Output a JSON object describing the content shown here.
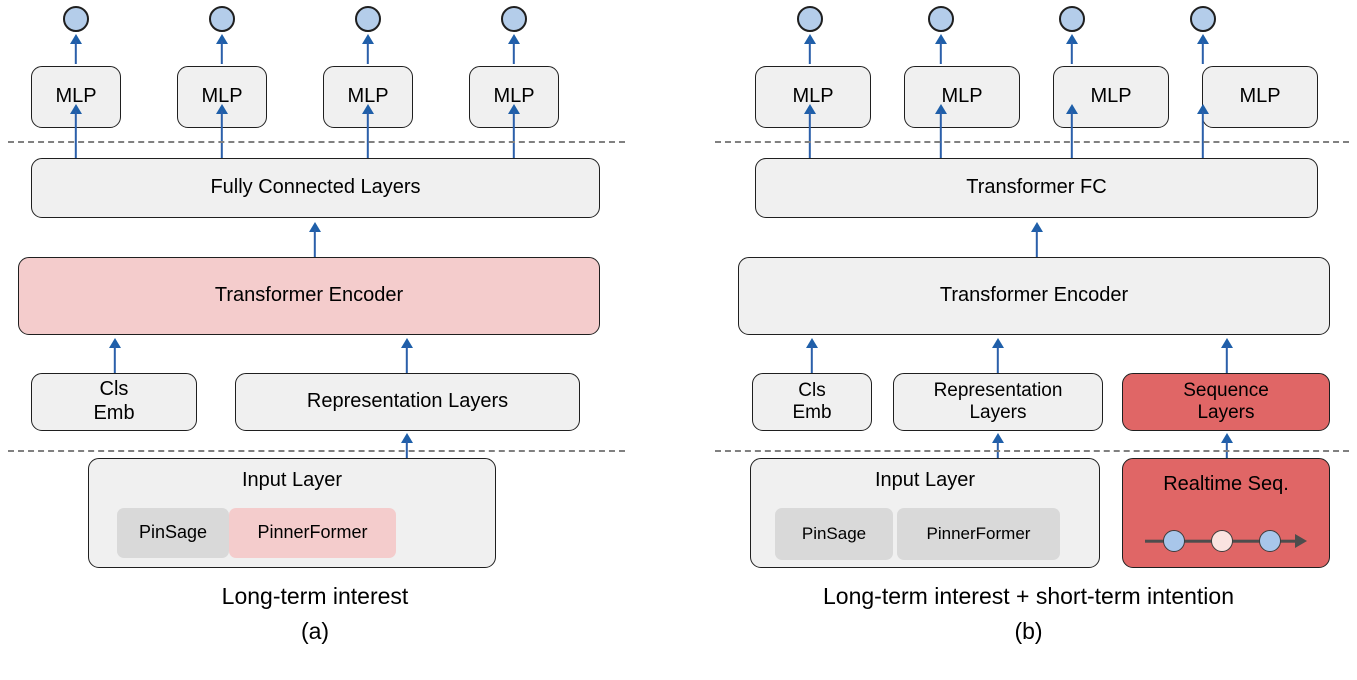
{
  "figure": {
    "title": "Two-panel model architecture diagram",
    "colors": {
      "box_fill": "#f0f0f0",
      "box_border": "#1f1f1f",
      "pink_fill": "#f4cccc",
      "red_fill": "#e06666",
      "chip_gray": "#d9d9d9",
      "arrow_blue": "#2b5faa",
      "output_dot": "#b4cdea",
      "dashed_gray": "#808080",
      "seq_axis": "#4d4d4d",
      "seq_dot_blue": "#a8c6ea",
      "seq_dot_light": "#fae3e0"
    }
  },
  "panel_a": {
    "caption": "Long-term interest",
    "sublabel": "(a)",
    "output_dots": [
      "output-1",
      "output-2",
      "output-3",
      "output-4"
    ],
    "mlp_boxes": [
      {
        "label": "MLP"
      },
      {
        "label": "MLP"
      },
      {
        "label": "MLP"
      },
      {
        "label": "MLP"
      }
    ],
    "fc_layer": {
      "label": "Fully Connected Layers"
    },
    "encoder": {
      "label": "Transformer Encoder",
      "fill": "pink"
    },
    "cls_emb": {
      "label": "Cls\nEmb"
    },
    "representation": {
      "label": "Representation Layers"
    },
    "input_layer": {
      "title": "Input Layer",
      "chips": [
        {
          "label": "PinSage",
          "fill": "gray"
        },
        {
          "label": "PinnerFormer",
          "fill": "pink"
        }
      ]
    }
  },
  "panel_b": {
    "caption": "Long-term interest + short-term intention",
    "sublabel": "(b)",
    "output_dots": [
      "output-1",
      "output-2",
      "output-3",
      "output-4"
    ],
    "mlp_boxes": [
      {
        "label": "MLP"
      },
      {
        "label": "MLP"
      },
      {
        "label": "MLP"
      },
      {
        "label": "MLP"
      }
    ],
    "fc_layer": {
      "label": "Transformer FC"
    },
    "encoder": {
      "label": "Transformer Encoder",
      "fill": "gray"
    },
    "cls_emb": {
      "label": "Cls\nEmb"
    },
    "representation": {
      "label": "Representation\nLayers"
    },
    "sequence_layers": {
      "label": "Sequence\nLayers",
      "fill": "red"
    },
    "input_layer": {
      "title": "Input Layer",
      "chips": [
        {
          "label": "PinSage",
          "fill": "gray"
        },
        {
          "label": "PinnerFormer",
          "fill": "gray"
        }
      ]
    },
    "realtime_seq": {
      "title": "Realtime Seq.",
      "fill": "red",
      "timeline_dots": [
        "blue",
        "light",
        "blue"
      ]
    }
  }
}
